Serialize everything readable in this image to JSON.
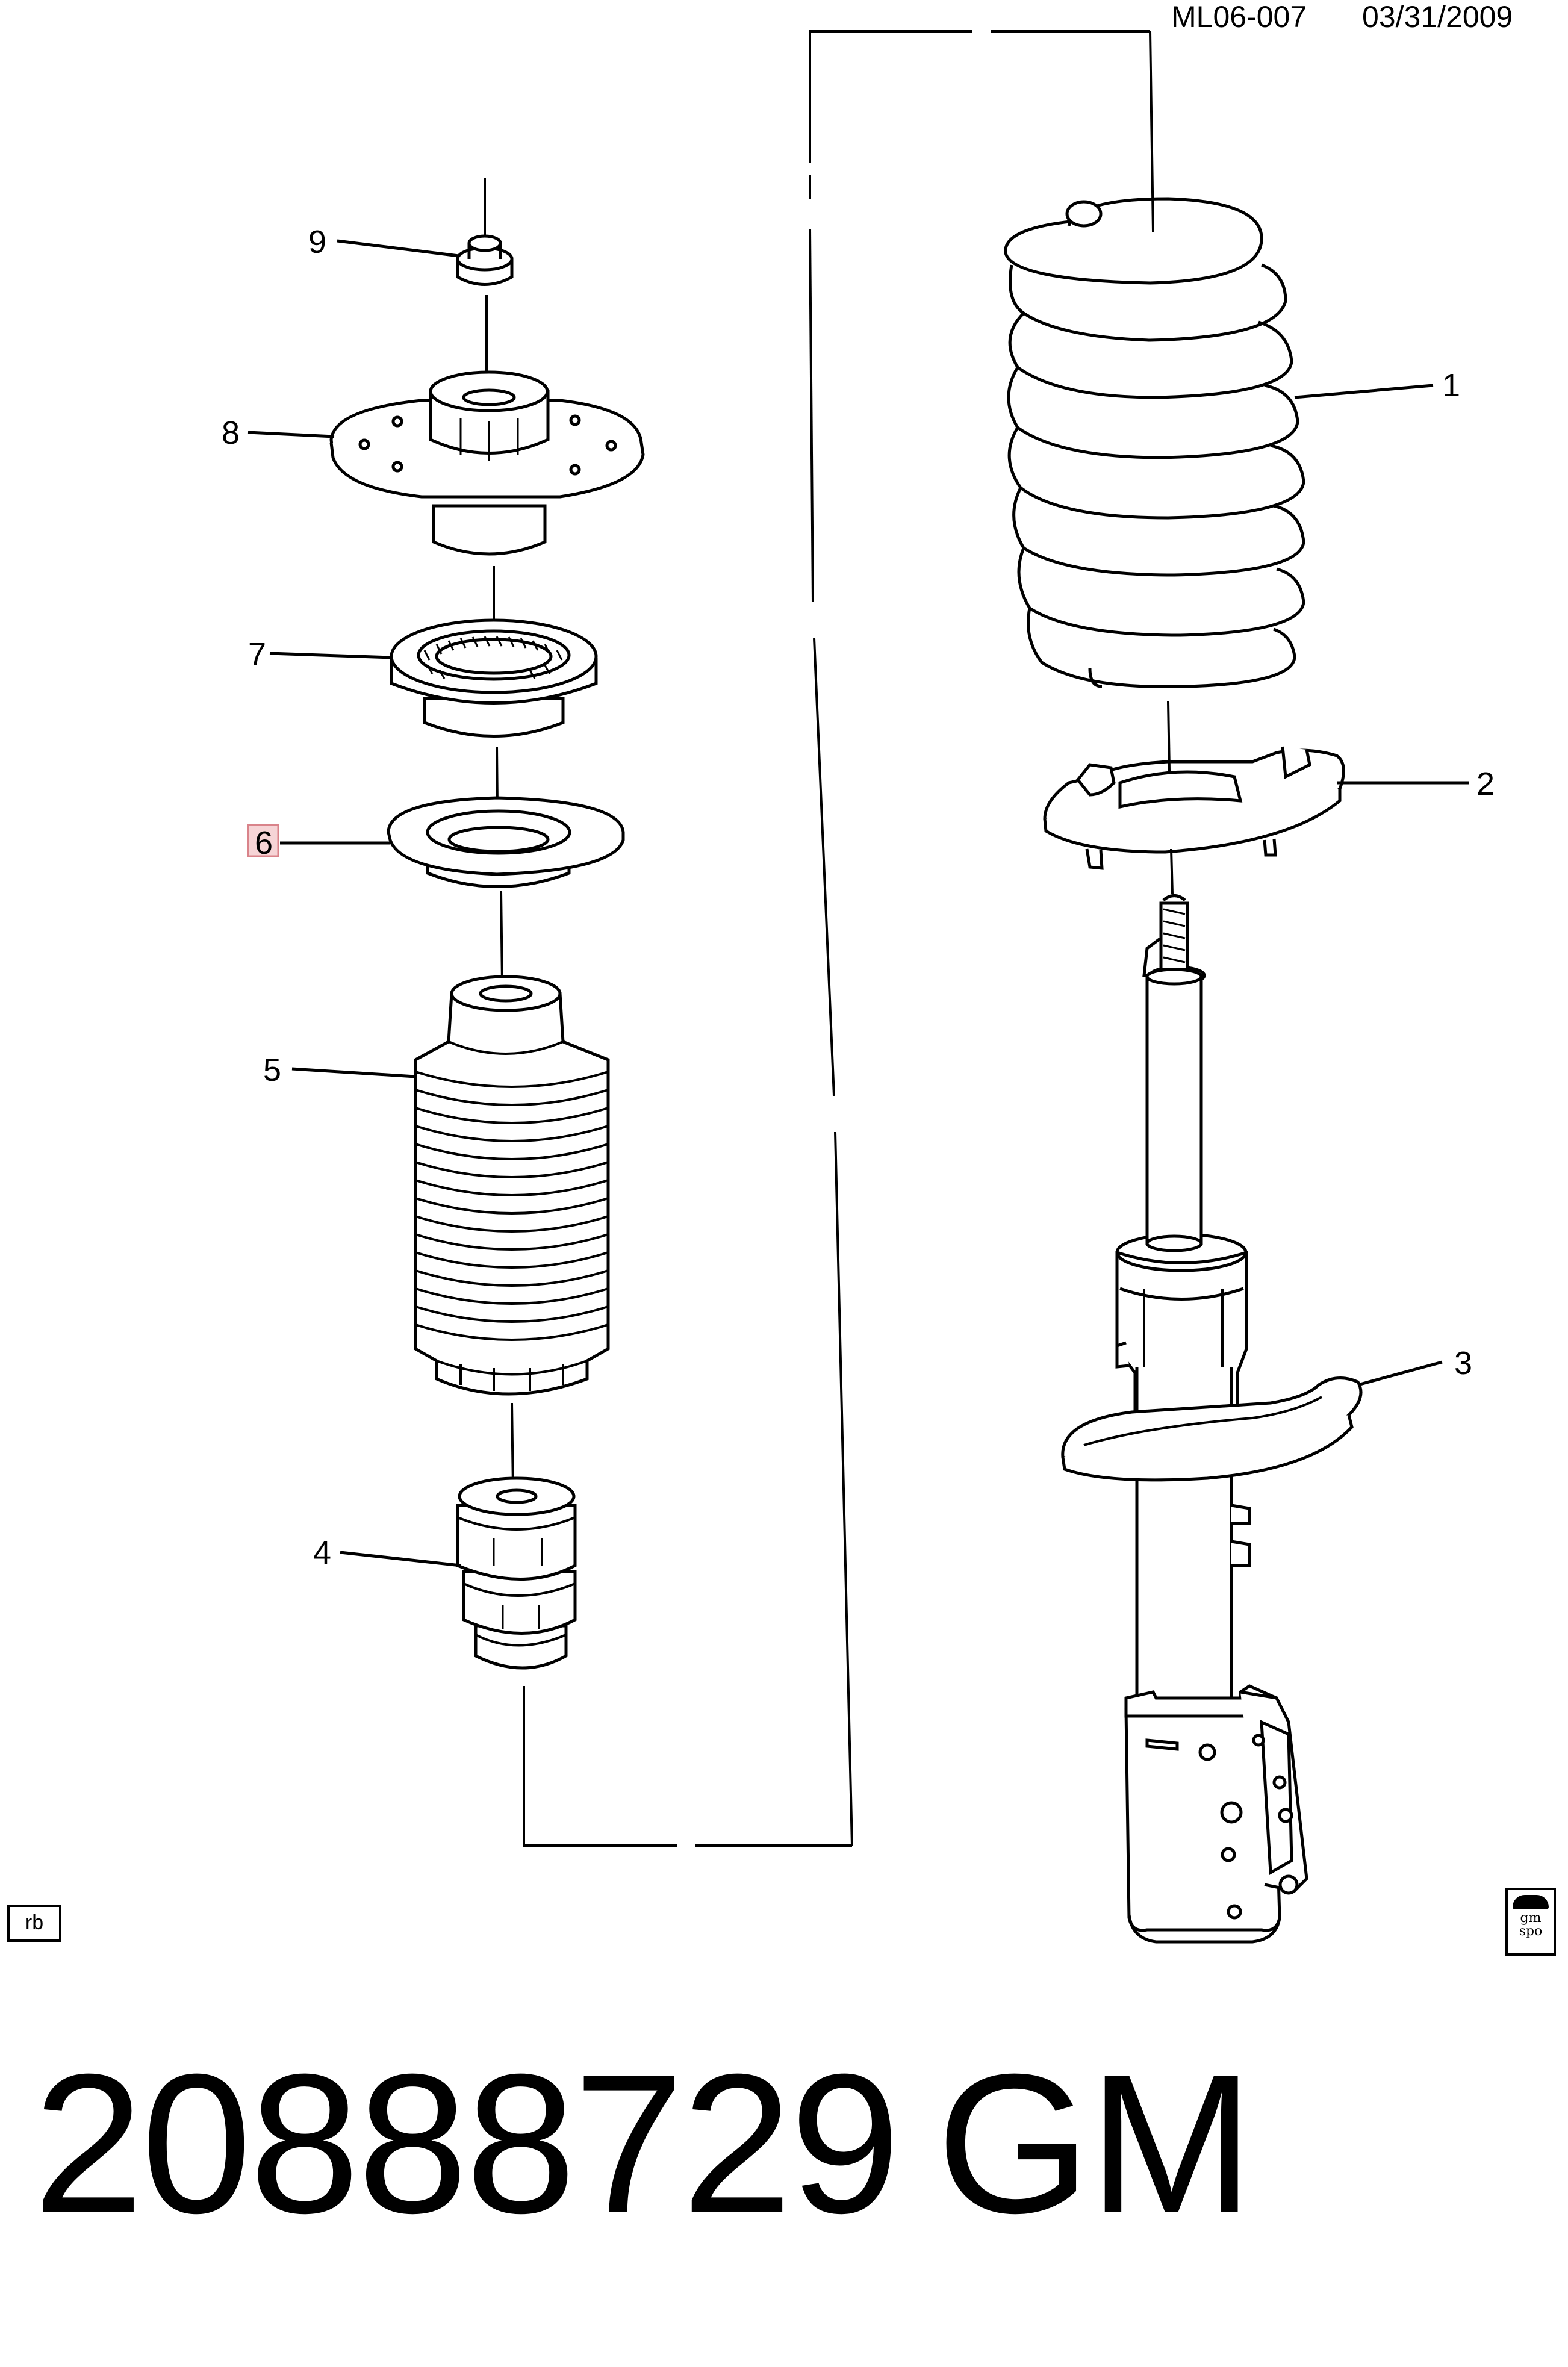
{
  "header": {
    "drawing_id": "ML06-007",
    "date": "03/31/2009"
  },
  "callouts": [
    {
      "id": "1",
      "label": "1",
      "part": "coil-spring"
    },
    {
      "id": "2",
      "label": "2",
      "part": "upper-spring-seat"
    },
    {
      "id": "3",
      "label": "3",
      "part": "lower-spring-seat"
    },
    {
      "id": "4",
      "label": "4",
      "part": "jounce-bumper"
    },
    {
      "id": "5",
      "label": "5",
      "part": "dust-boot"
    },
    {
      "id": "6",
      "label": "6",
      "part": "spring-insulator",
      "highlighted": true
    },
    {
      "id": "7",
      "label": "7",
      "part": "bearing"
    },
    {
      "id": "8",
      "label": "8",
      "part": "strut-mount"
    },
    {
      "id": "9",
      "label": "9",
      "part": "nut"
    }
  ],
  "badges": {
    "rb": "rb",
    "gm_line1": "gm",
    "gm_line2": "spo"
  },
  "footer": {
    "part_number": "20888729",
    "brand": "GM"
  },
  "colors": {
    "highlight_fill": "#f6d4d6",
    "highlight_stroke": "#d9838a",
    "ink": "#000000"
  }
}
